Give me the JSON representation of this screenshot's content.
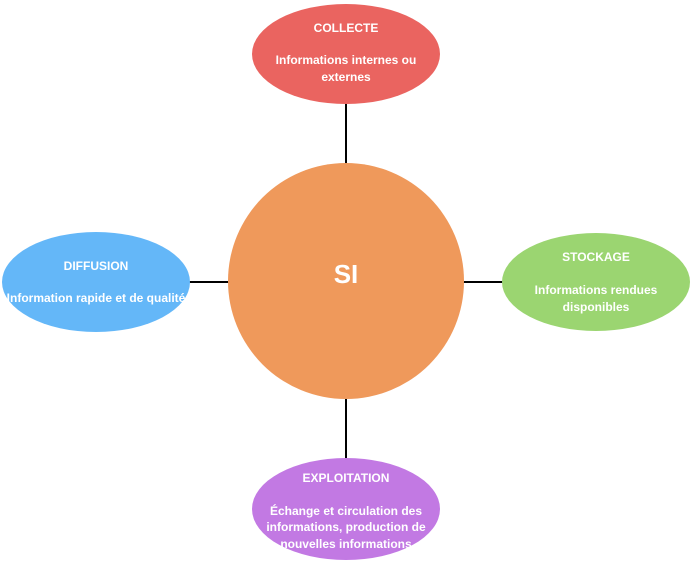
{
  "center": {
    "label": "SI",
    "color": "#ef995b"
  },
  "nodes": {
    "collecte": {
      "title": "COLLECTE",
      "desc_line1": "Informations internes ou",
      "desc_line2": "externes",
      "color": "#ea6460"
    },
    "stockage": {
      "title": "STOCKAGE",
      "desc_line1": "Informations rendues",
      "desc_line2": "disponibles",
      "color": "#9bd571"
    },
    "exploitation": {
      "title": "EXPLOITATION",
      "desc_line1": "Échange et circulation des",
      "desc_line2": "informations, production de",
      "desc_line3": "nouvelles informations",
      "color": "#c279e3"
    },
    "diffusion": {
      "title": "DIFFUSION",
      "desc_line1": "Information rapide et de qualité",
      "color": "#64b7f8"
    }
  }
}
